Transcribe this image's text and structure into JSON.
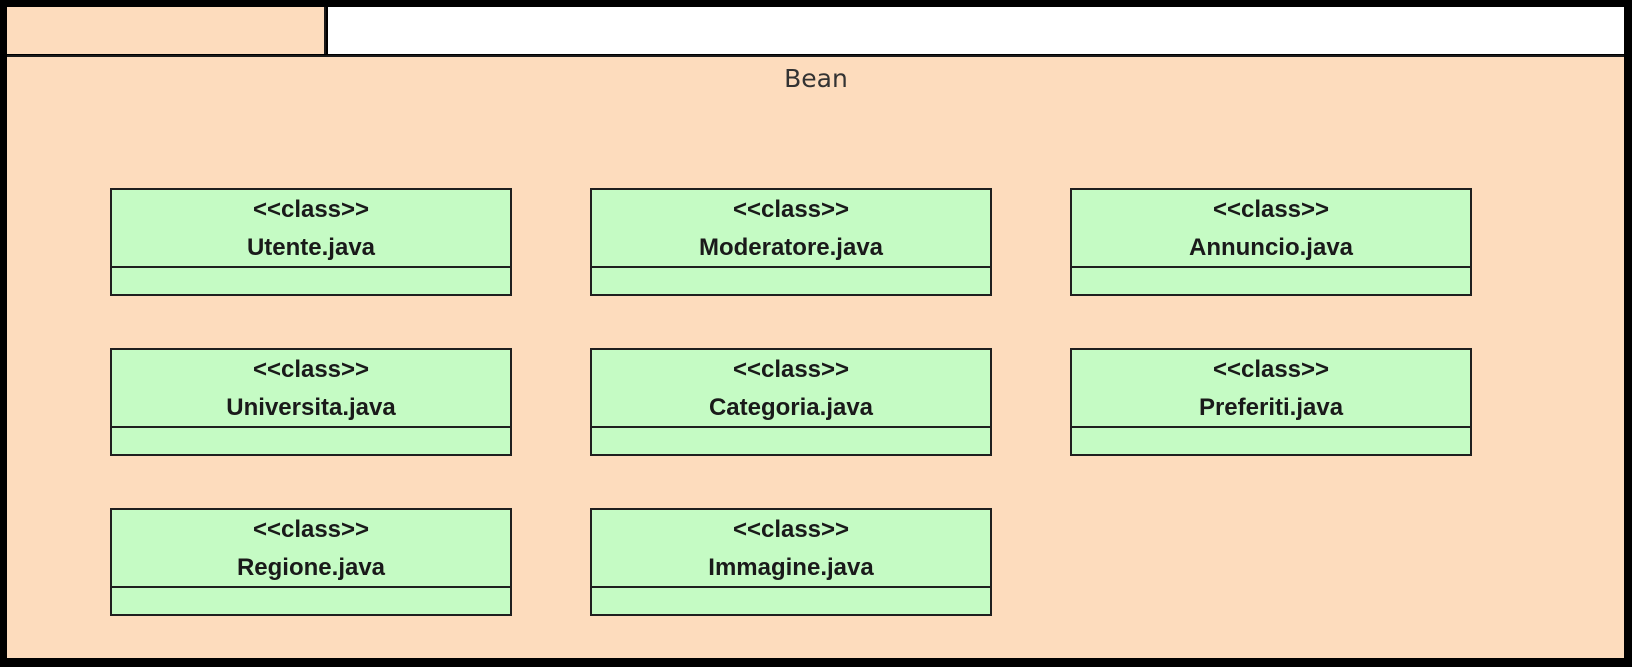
{
  "package": {
    "name": "Bean"
  },
  "classes": [
    {
      "stereotype": "<<class>>",
      "name": "Utente.java"
    },
    {
      "stereotype": "<<class>>",
      "name": "Moderatore.java"
    },
    {
      "stereotype": "<<class>>",
      "name": "Annuncio.java"
    },
    {
      "stereotype": "<<class>>",
      "name": "Universita.java"
    },
    {
      "stereotype": "<<class>>",
      "name": "Categoria.java"
    },
    {
      "stereotype": "<<class>>",
      "name": "Preferiti.java"
    },
    {
      "stereotype": "<<class>>",
      "name": "Regione.java"
    },
    {
      "stereotype": "<<class>>",
      "name": "Immagine.java"
    }
  ],
  "colors": {
    "package_fill": "#fddcbd",
    "class_fill": "#c5fbc4",
    "border": "#1f1f1f",
    "background": "#000000"
  }
}
